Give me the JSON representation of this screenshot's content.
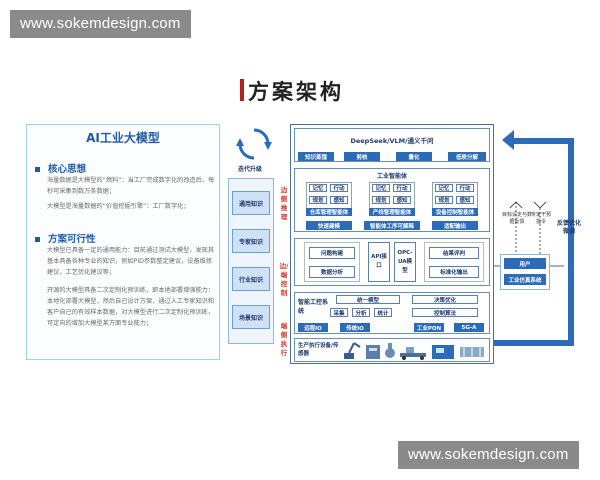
{
  "watermark_top": "www.sokemdesign.com",
  "watermark_bottom": "www.sokemdesign.com",
  "page_title": "方案架构",
  "left_panel": {
    "title": "AI工业大模型",
    "section1_heading": "核心思想",
    "section1_p1": "海量数据是大模型的“燃料”：当工厂完成数字化的改造后，每秒可采集到数万条数据；",
    "section1_p2": "大模型是海量数据的“价值挖掘引擎”：工厂数字化；",
    "section2_heading": "方案可行性",
    "section2_p1": "大模型已具备一定的通用能力：目前通过测试大模型，发现其基本具备各种专业的知识，例如PID参数整定建议，设备维修建议，工艺优化建议等；",
    "section2_p2": "开源的大模型具备二次定制化预训练，即本地部署增强能力：本地化部署大模型，然后自己设计方案，通过人工专家知识和客户自己的有效样本数据，对大模型进行二次定制化预训练，可定向的增加大模型某方面专业能力；"
  },
  "cycle_label": "迭代升级",
  "knowledge_column": [
    "通用知识",
    "专家知识",
    "行业知识",
    "场景知识"
  ],
  "side_labels": {
    "edge_reasoning": "边侧推理",
    "edge_control": "边/端控制",
    "end_execution": "端侧执行"
  },
  "top_model": {
    "title": "DeepSeek/VLM/通义千问",
    "buttons": [
      "知识蒸馏",
      "剪枝",
      "量化",
      "低秩分解"
    ]
  },
  "agent_section": {
    "title": "工业智能体",
    "cards": [
      {
        "cells": [
          "记忆",
          "行动",
          "规划",
          "感知"
        ],
        "caption": "仓库管理智能体"
      },
      {
        "cells": [
          "记忆",
          "行动",
          "规划",
          "感知"
        ],
        "caption": "产线管理智能体"
      },
      {
        "cells": [
          "记忆",
          "行动",
          "规划",
          "感知"
        ],
        "caption": "设备控制智能体"
      }
    ],
    "bottom_buttons": [
      "快速建模",
      "智能体工序可解释",
      "适配输出"
    ]
  },
  "middle_section": {
    "left_buttons": [
      "问题构建",
      "数据分析"
    ],
    "api": "API接口",
    "opc": "OPC-UA模型",
    "right_buttons": [
      "结果评判",
      "标准化输出"
    ]
  },
  "control_section": {
    "title": "智能工控系统",
    "unified_model": "统一模型",
    "decision": "决策优化",
    "row1": [
      "采集",
      "分析",
      "统计"
    ],
    "control_algo": "控制算法",
    "row2": [
      "远程IO",
      "传统IO",
      "工业PON",
      "5G-A"
    ]
  },
  "execution_section": {
    "title": "生产执行设备/传感器"
  },
  "right_side": {
    "note1": "目标设定与数据反馈",
    "note2": "专家干预指令",
    "user": "用户",
    "system": "工业仿真系统",
    "feedback": "反馈优化微调"
  }
}
